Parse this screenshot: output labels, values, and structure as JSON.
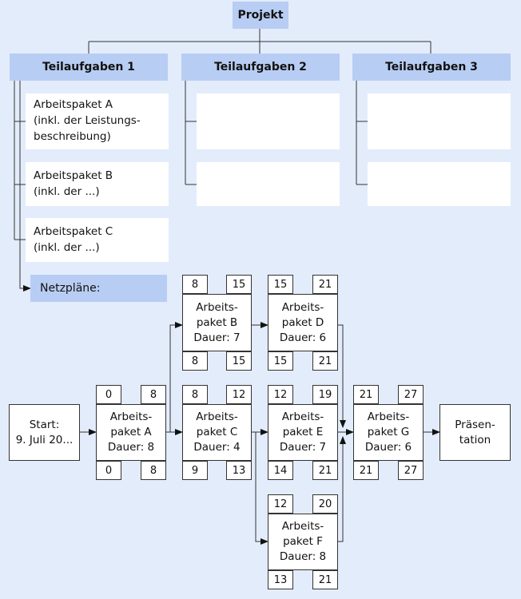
{
  "project": "Projekt",
  "teilaufgaben": [
    "Teilaufgaben 1",
    "Teilaufgaben 2",
    "Teilaufgaben 3"
  ],
  "arbeitspakete": [
    [
      "Arbeitspaket A",
      "(inkl. der Leistungs-",
      "beschreibung)"
    ],
    [
      "Arbeitspaket B",
      "(inkl. der ...)"
    ],
    [
      "Arbeitspaket C",
      "(inkl. der ...)"
    ]
  ],
  "netzplaene": "Netzpläne:",
  "start": [
    "Start:",
    "9. Juli 20..."
  ],
  "end": [
    "Präsen-",
    "tation"
  ],
  "nodes": [
    {
      "id": "A",
      "lines": [
        "Arbeits-",
        "paket A",
        "Dauer: 8"
      ],
      "faz": "0",
      "fez": "8",
      "saz": "0",
      "sez": "8"
    },
    {
      "id": "B",
      "lines": [
        "Arbeits-",
        "paket B",
        "Dauer: 7"
      ],
      "faz": "8",
      "fez": "15",
      "saz": "8",
      "sez": "15"
    },
    {
      "id": "C",
      "lines": [
        "Arbeits-",
        "paket C",
        "Dauer: 4"
      ],
      "faz": "8",
      "fez": "12",
      "saz": "9",
      "sez": "13"
    },
    {
      "id": "D",
      "lines": [
        "Arbeits-",
        "paket D",
        "Dauer: 6"
      ],
      "faz": "15",
      "fez": "21",
      "saz": "15",
      "sez": "21"
    },
    {
      "id": "E",
      "lines": [
        "Arbeits-",
        "paket E",
        "Dauer: 7"
      ],
      "faz": "12",
      "fez": "19",
      "saz": "14",
      "sez": "21"
    },
    {
      "id": "F",
      "lines": [
        "Arbeits-",
        "paket F",
        "Dauer: 8"
      ],
      "faz": "12",
      "fez": "20",
      "saz": "13",
      "sez": "21"
    },
    {
      "id": "G",
      "lines": [
        "Arbeits-",
        "paket G",
        "Dauer: 6"
      ],
      "faz": "21",
      "fez": "27",
      "saz": "21",
      "sez": "27"
    }
  ]
}
